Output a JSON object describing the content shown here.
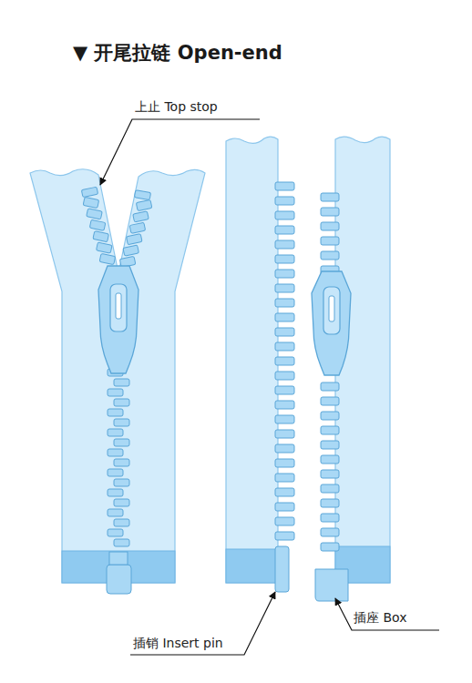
{
  "diagram": {
    "title": "▼ 开尾拉链 Open-end",
    "labels": [
      "上止 Top stop",
      "插销 Insert pin",
      "插座 Box"
    ]
  }
}
